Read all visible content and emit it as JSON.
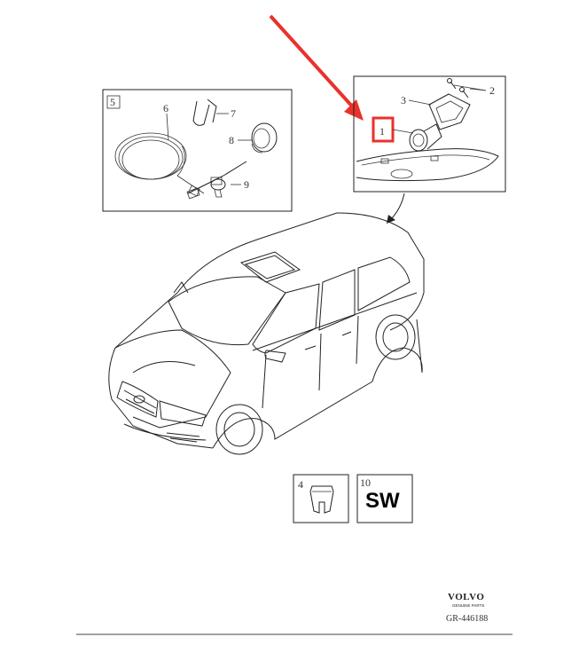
{
  "callouts": {
    "part1": "1",
    "part2": "2",
    "part3": "3",
    "part4": "4",
    "part5": "5",
    "part6": "6",
    "part7": "7",
    "part8": "8",
    "part9": "9",
    "part10": "10"
  },
  "sw_label": "SW",
  "brand": {
    "name": "VOLVO",
    "tagline": "GENUINE PARTS",
    "code": "GR-446188"
  },
  "colors": {
    "arrow": "#e8322b",
    "highlight": "#e8322b",
    "line": "#222222"
  }
}
